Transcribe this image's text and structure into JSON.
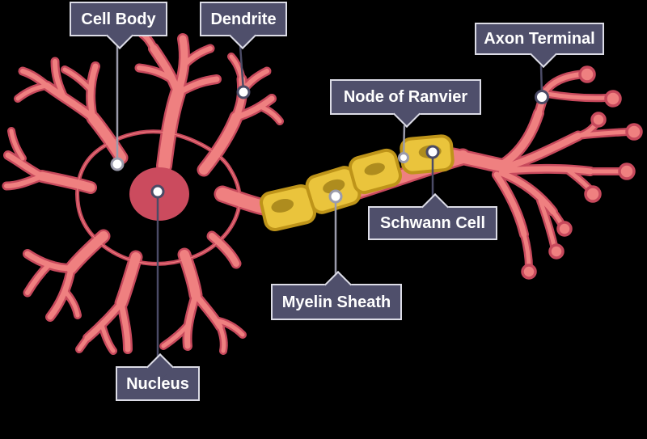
{
  "figure": {
    "type": "labeled-diagram",
    "subject": "Neuron (nerve cell) structure"
  },
  "labels": {
    "cell_body": "Cell Body",
    "dendrite": "Dendrite",
    "axon_terminal": "Axon Terminal",
    "node_of_ranvier": "Node of Ranvier",
    "schwann_cell": "Schwann Cell",
    "myelin_sheath": "Myelin Sheath",
    "nucleus": "Nucleus"
  },
  "palette": {
    "background": "#000000",
    "label_box": "#4F4F6B",
    "label_border": "#DCDCE6",
    "label_text": "#FFFFFF",
    "neuron_fill": "#EF8080",
    "neuron_outline": "#C7495C",
    "nucleus_fill": "#CB4B5E",
    "myelin_fill": "#EAC43C",
    "myelin_outline": "#BE9419",
    "myelin_oval": "#AE8C1E",
    "leader_line_dark": "#4B4B66",
    "leader_line_light": "#9B9BAB",
    "marker_fill": "#FFFFFF"
  }
}
